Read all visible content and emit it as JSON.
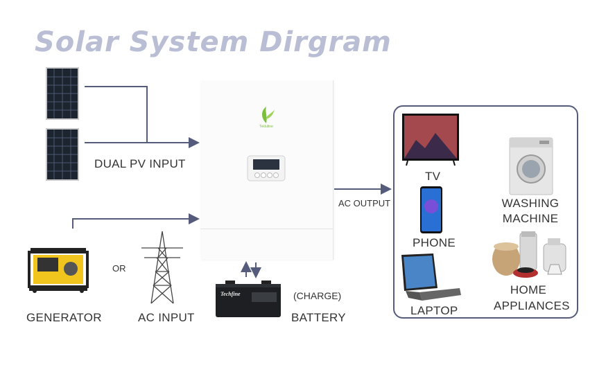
{
  "title": "Solar System  Dirgram",
  "inverter": {
    "logo_text": "Teklufine"
  },
  "labels": {
    "dual_pv_input": "DUAL PV INPUT",
    "ac_output": "AC OUTPUT",
    "or": "OR",
    "generator": "GENERATOR",
    "ac_input": "AC INPUT",
    "charge": "(CHARGE)",
    "battery": "BATTERY"
  },
  "battery_brand": "Techfine",
  "appliances": {
    "tv": "TV",
    "phone": "PHONE",
    "laptop": "LAPTOP",
    "washing_machine_1": "WASHING",
    "washing_machine_2": "MACHINE",
    "home_appliances_1": "HOME",
    "home_appliances_2": "APPLIANCES"
  },
  "colors": {
    "line": "#545b7b",
    "title": "#b9bed4",
    "logo_green": "#7cbf3a"
  }
}
